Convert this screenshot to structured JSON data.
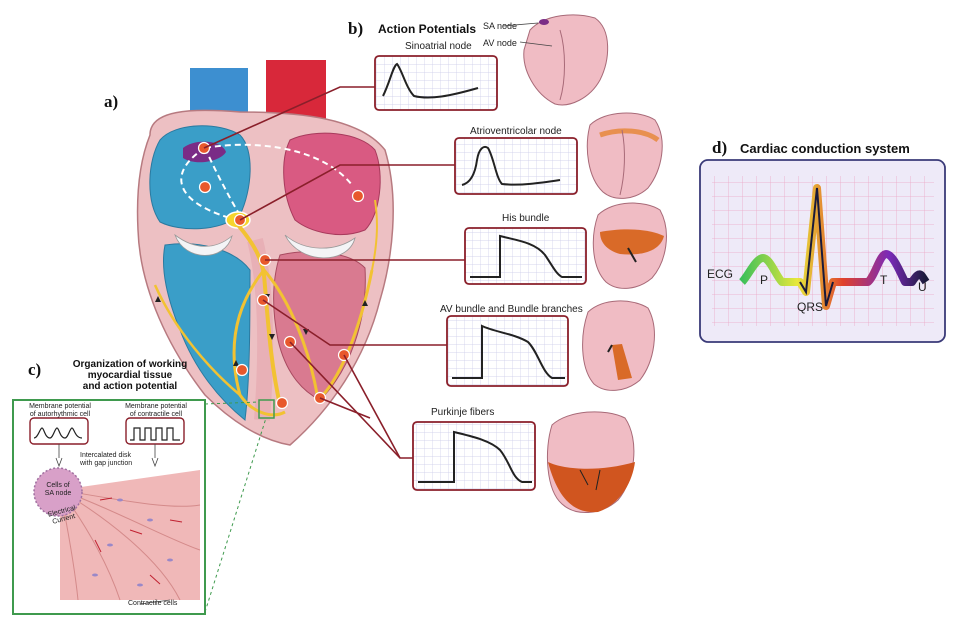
{
  "panels": {
    "a": "a)",
    "b": "b)",
    "c": "c)",
    "d": "d)"
  },
  "b_title": "Action Potentials",
  "sa_node_label": "SA node",
  "av_node_label": "AV node",
  "ap_labels": {
    "sinoatrial": "Sinoatrial node",
    "atrioventricular": "Atrioventricolar node",
    "his": "His bundle",
    "branches": "AV bundle and Bundle branches",
    "purkinje": "Purkinje fibers"
  },
  "d_title": "Cardiac conduction system",
  "ecg": {
    "label": "ECG",
    "p": "P",
    "qrs": "QRS",
    "t": "T",
    "u": "U"
  },
  "c_title_line1": "Organization of working",
  "c_title_line2": "myocardial tissue",
  "c_title_line3": "and action potential",
  "c_labels": {
    "auto_line1": "Membrane potential",
    "auto_line2": "of autorhythmic cell",
    "contr_line1": "Membrane potential",
    "contr_line2": "of contractile cell",
    "disk_line1": "Intercalated disk",
    "disk_line2": "with gap junction",
    "sa_cells_line1": "Cells of",
    "sa_cells_line2": "SA node",
    "current": "Electrical Current",
    "contractile": "Contractile cells"
  },
  "colors": {
    "atrium_blue": "#3a9ec8",
    "heart_pink": "#e8a9ae",
    "conduction_yellow": "#f2c232",
    "node_orange": "#e8582c",
    "box_border": "#8a1f2a",
    "grid": "#c9c9e8",
    "ecg_bg": "#eeeaf8",
    "ecg_grid": "#e8a8c8",
    "tissue_green": "#3f9a4e"
  }
}
